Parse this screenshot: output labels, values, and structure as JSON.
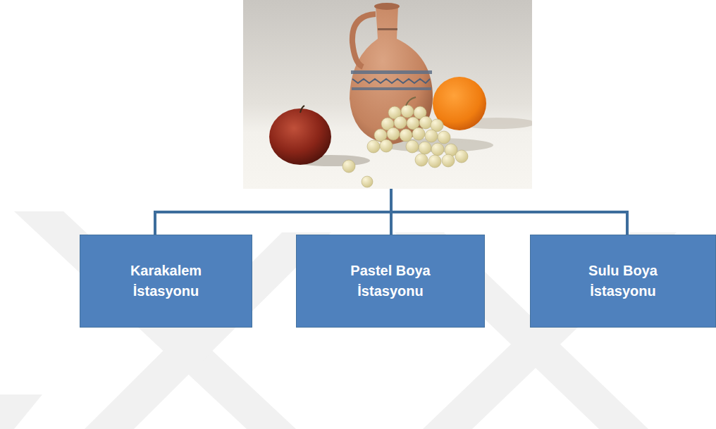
{
  "diagram": {
    "nodes": [
      {
        "text": [
          "Karakalem İstasyonu"
        ]
      },
      {
        "text": [
          "Pastel Boya İstasyonu"
        ]
      },
      {
        "text": [
          "Sulu Boya İstasyonu"
        ]
      }
    ]
  }
}
